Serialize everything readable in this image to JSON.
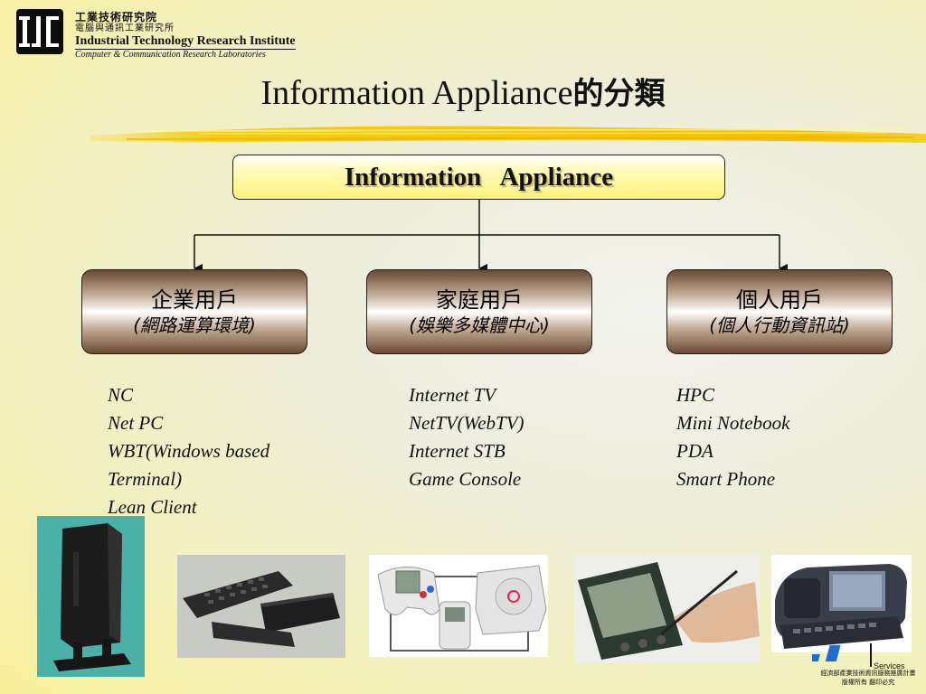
{
  "header": {
    "org_zh": "工業技術研究院",
    "lab_zh": "電腦與通訊工業研究所",
    "org_en": "Industrial Technology Research Institute",
    "lab_en": "Computer & Communication Research Laboratories"
  },
  "title": {
    "en": "Information Appliance",
    "zh": "的分類"
  },
  "root": {
    "label": "Information   Appliance"
  },
  "categories": [
    {
      "name": "企業用戶",
      "sub": "(網路運算環境)"
    },
    {
      "name": "家庭用戶",
      "sub": "(娛樂多媒體中心)"
    },
    {
      "name": "個人用戶",
      "sub": "(個人行動資訊站)"
    }
  ],
  "lists": [
    [
      "NC",
      "Net PC",
      "WBT(Windows based",
      "Terminal)",
      "Lean Client"
    ],
    [
      "Internet TV",
      "NetTV(WebTV)",
      "Internet STB",
      "Game Console"
    ],
    [
      "HPC",
      "Mini Notebook",
      "PDA",
      "Smart Phone"
    ]
  ],
  "footer": {
    "services": "Services",
    "zh_line1": "經濟部產業技術資訊服務推廣計畫",
    "zh_line2": "版權所有  翻印必究"
  },
  "colors": {
    "root_fill": "#fff27a",
    "category_dark": "#6a4a33",
    "stroke_yellow": "#f5c400"
  }
}
